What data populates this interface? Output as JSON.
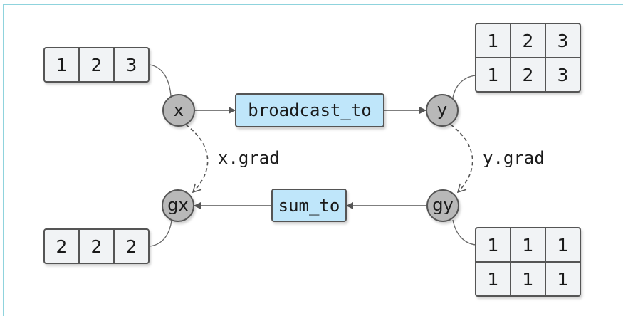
{
  "colors": {
    "frame_border": "#8fd3dd",
    "cell_fill": "#f1f3f5",
    "node_fill": "#b8b8b8",
    "func_fill": "#bfe6fa",
    "stroke": "#555555"
  },
  "arrays": {
    "x_value": {
      "rows": [
        [
          "1",
          "2",
          "3"
        ]
      ]
    },
    "y_value": {
      "rows": [
        [
          "1",
          "2",
          "3"
        ],
        [
          "1",
          "2",
          "3"
        ]
      ]
    },
    "gx_value": {
      "rows": [
        [
          "2",
          "2",
          "2"
        ]
      ]
    },
    "gy_value": {
      "rows": [
        [
          "1",
          "1",
          "1"
        ],
        [
          "1",
          "1",
          "1"
        ]
      ]
    }
  },
  "nodes": {
    "x": "x",
    "y": "y",
    "gx": "gx",
    "gy": "gy"
  },
  "functions": {
    "forward": "broadcast_to",
    "backward": "sum_to"
  },
  "labels": {
    "x_grad": "x.grad",
    "y_grad": "y.grad"
  }
}
